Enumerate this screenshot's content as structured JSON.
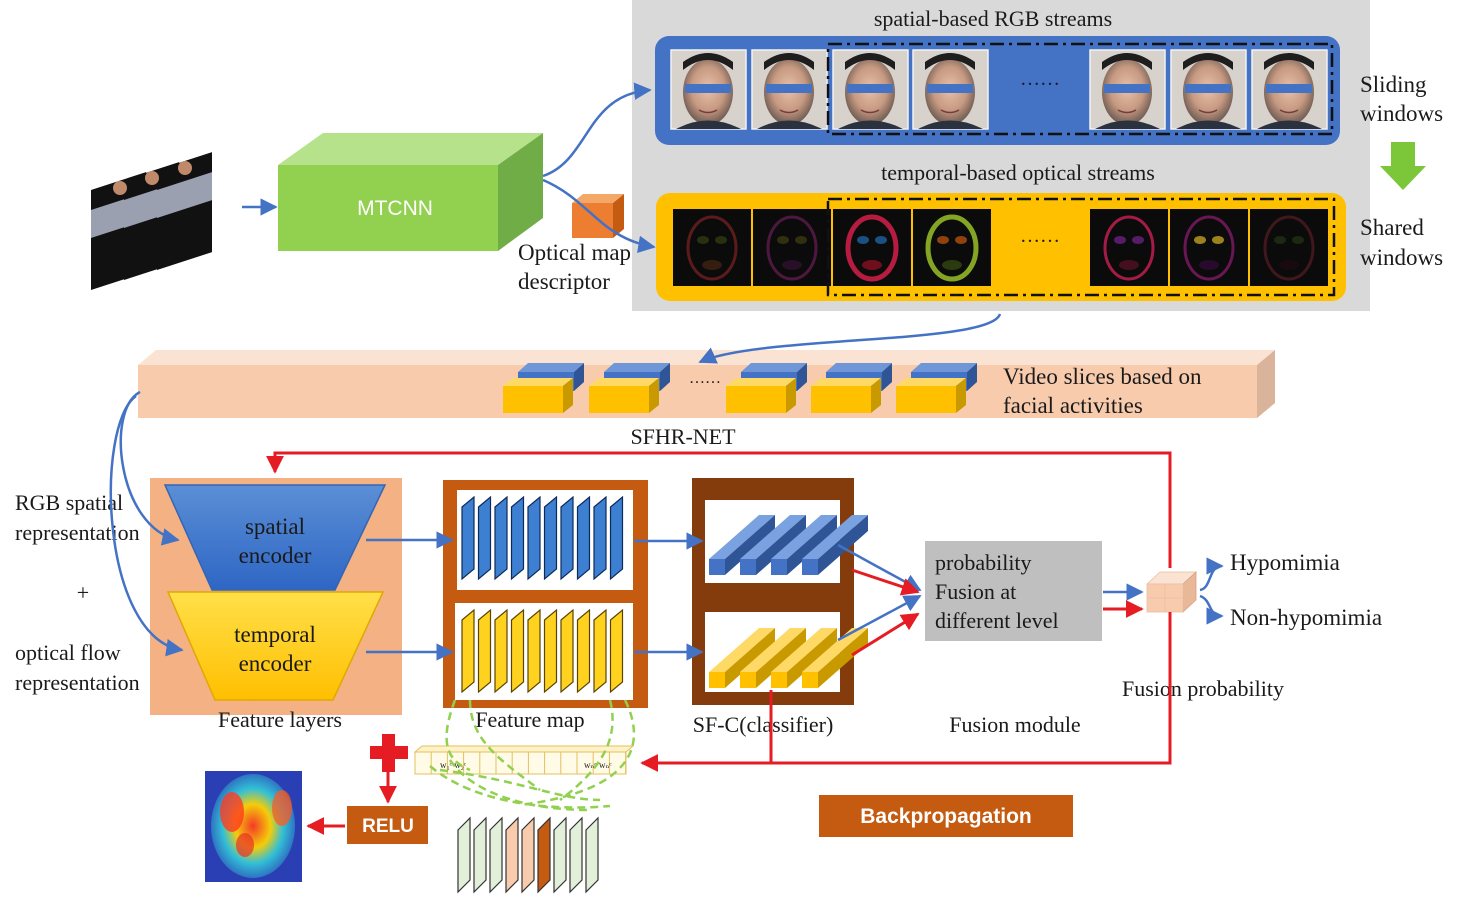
{
  "labels": {
    "spatial_streams": "spatial-based RGB streams",
    "temporal_streams": "temporal-based optical streams",
    "sliding": [
      "Sliding",
      "windows"
    ],
    "shared": [
      "Shared",
      "windows"
    ],
    "mtcnn": "MTCNN",
    "optical_map": [
      "Optical map",
      "descriptor"
    ],
    "ellipsis_top": "……",
    "ellipsis_mid": "……",
    "ellipsis_slices": "……",
    "video_slices": [
      "Video slices based on",
      "facial activities"
    ],
    "sfhr_net": "SFHR-NET",
    "rgb_rep": [
      "RGB spatial",
      "representation"
    ],
    "plus": "+",
    "optical_rep": [
      "optical flow",
      "representation"
    ],
    "spatial_encoder": [
      "spatial",
      "encoder"
    ],
    "temporal_encoder": [
      "temporal",
      "encoder"
    ],
    "feature_layers": "Feature layers",
    "feature_map": "Feature map",
    "sfc": "SF-C(classifier)",
    "fusion_box": [
      "probability",
      "Fusion at",
      "different level"
    ],
    "fusion_module": "Fusion module",
    "fusion_prob": "Fusion probability",
    "hypomimia": "Hypomimia",
    "non_hypomimia": "Non-hypomimia",
    "relu": "RELU",
    "backprop": "Backpropagation",
    "weight_left": "w₁ᶜ w₂ᶜ",
    "weight_right": "wₙᶜ wₙᶜ"
  },
  "colors": {
    "blue": "#4472c4",
    "yellow": "#ffc000",
    "green": "#8fd14f",
    "orange": "#ed7d31",
    "peach": "#f8cbad",
    "brown": "#c55a11",
    "red": "#e51c23",
    "gray": "#c8c8c8"
  }
}
